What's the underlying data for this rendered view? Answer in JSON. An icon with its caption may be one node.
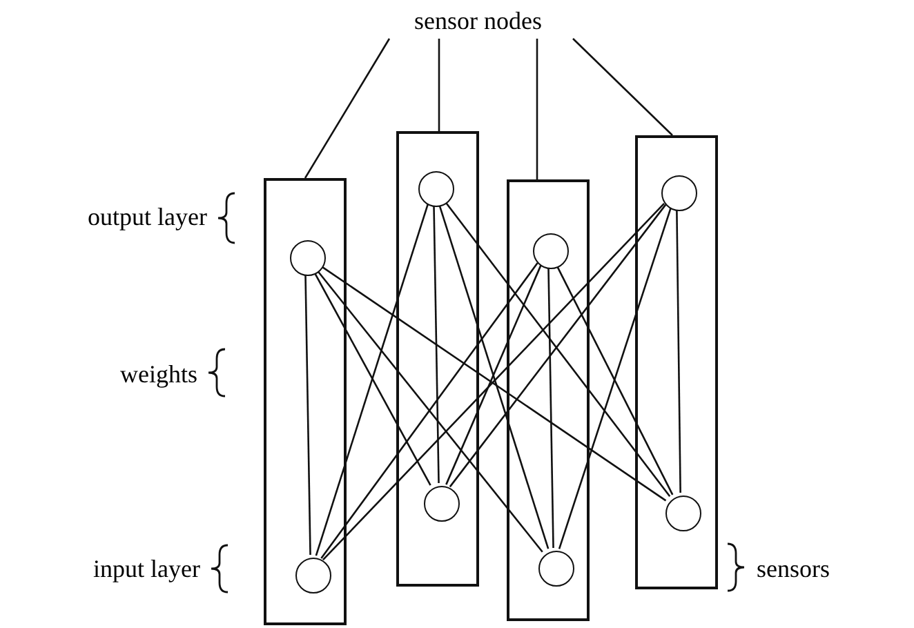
{
  "diagram": {
    "nodes": [
      {
        "text": [
          "sensor nodes"
        ]
      },
      {
        "text": [],
        "shape": "box"
      },
      {
        "text": [],
        "shape": "circle",
        "in": 1
      },
      {
        "text": [],
        "shape": "circle",
        "in": 1
      },
      {
        "text": [],
        "shape": "box"
      },
      {
        "text": [],
        "shape": "circle",
        "in": 4
      },
      {
        "text": [],
        "shape": "circle",
        "in": 4
      },
      {
        "text": [],
        "shape": "box"
      },
      {
        "text": [],
        "shape": "circle",
        "in": 7
      },
      {
        "text": [],
        "shape": "circle",
        "in": 7
      },
      {
        "text": [],
        "shape": "box"
      },
      {
        "text": [],
        "shape": "circle",
        "in": 10
      },
      {
        "text": [],
        "shape": "circle",
        "in": 10
      }
    ],
    "edges": [
      {
        "from": 0,
        "to": 1,
        "arrow": "none"
      },
      {
        "from": 0,
        "to": 4,
        "arrow": "none"
      },
      {
        "from": 0,
        "to": 7,
        "arrow": "none"
      },
      {
        "from": 0,
        "to": 10,
        "arrow": "none"
      },
      {
        "from": 3,
        "to": 2,
        "arrow": "none"
      },
      {
        "from": 3,
        "to": 5,
        "arrow": "none"
      },
      {
        "from": 3,
        "to": 8,
        "arrow": "none"
      },
      {
        "from": 3,
        "to": 11,
        "arrow": "none"
      },
      {
        "from": 6,
        "to": 2,
        "arrow": "none"
      },
      {
        "from": 6,
        "to": 5,
        "arrow": "none"
      },
      {
        "from": 6,
        "to": 8,
        "arrow": "none"
      },
      {
        "from": 6,
        "to": 11,
        "arrow": "none"
      },
      {
        "from": 9,
        "to": 2,
        "arrow": "none"
      },
      {
        "from": 9,
        "to": 5,
        "arrow": "none"
      },
      {
        "from": 9,
        "to": 8,
        "arrow": "none"
      },
      {
        "from": 9,
        "to": 11,
        "arrow": "none"
      },
      {
        "from": 12,
        "to": 2,
        "arrow": "none"
      },
      {
        "from": 12,
        "to": 5,
        "arrow": "none"
      },
      {
        "from": 12,
        "to": 8,
        "arrow": "none"
      },
      {
        "from": 12,
        "to": 11,
        "arrow": "none"
      }
    ],
    "labels": [
      "output layer",
      "weights",
      "input layer",
      "sensors"
    ]
  }
}
